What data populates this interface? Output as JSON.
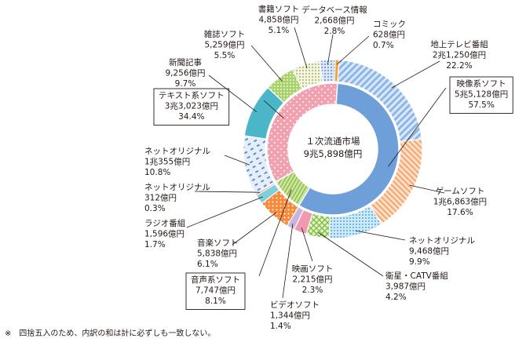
{
  "chart_data": {
    "type": "pie",
    "style": "nested-donut",
    "center": [
      "１次流通市場",
      "9兆5,898億円"
    ],
    "inner": [
      {
        "id": "video",
        "label": [
          "映像系ソフト",
          "5兆5,128億円",
          "57.5%"
        ],
        "value": 57.5,
        "color": "#6f9fd8"
      },
      {
        "id": "audio",
        "label": [
          "音声系ソフト",
          "7,747億円",
          "8.1%"
        ],
        "value": 8.1,
        "color": "#a8cf5a"
      },
      {
        "id": "text",
        "label": [
          "テキスト系ソフト",
          "3兆3,023億円",
          "34.4%"
        ],
        "value": 34.4,
        "color": "#f3a0b0"
      }
    ],
    "outer": [
      {
        "id": "terrestrial",
        "label": [
          "地上テレビ番組",
          "2兆1,250億円",
          "22.2%"
        ],
        "value": 22.2,
        "color": "#9fc3ec",
        "pattern": "hatch-blue"
      },
      {
        "id": "game",
        "label": [
          "ゲームソフト",
          "1兆6,863億円",
          "17.6%"
        ],
        "value": 17.6,
        "color": "#f8b98a",
        "pattern": "hatch-orange"
      },
      {
        "id": "net-video",
        "label": [
          "ネットオリジナル",
          "9,468億円",
          "9.9%"
        ],
        "value": 9.9,
        "color": "#8cc9ee",
        "pattern": "dots-blue"
      },
      {
        "id": "satellite",
        "label": [
          "衛星・CATV番組",
          "3,987億円",
          "4.2%"
        ],
        "value": 4.2,
        "color": "#b8dd8a",
        "pattern": "cross-green"
      },
      {
        "id": "movie",
        "label": [
          "映画ソフト",
          "2,215億円",
          "2.3%"
        ],
        "value": 2.3,
        "color": "#f09ab0",
        "pattern": "solid"
      },
      {
        "id": "videosoft",
        "label": [
          "ビデオソフト",
          "1,344億円",
          "1.4%"
        ],
        "value": 1.4,
        "color": "#c9b3df",
        "pattern": "solid"
      },
      {
        "id": "music",
        "label": [
          "音楽ソフト",
          "5,838億円",
          "6.1%"
        ],
        "value": 6.1,
        "color": "#f58a3c",
        "pattern": "dots-orange"
      },
      {
        "id": "radio",
        "label": [
          "ラジオ番組",
          "1,596億円",
          "1.7%"
        ],
        "value": 1.7,
        "color": "#7ecfd8",
        "pattern": "solid"
      },
      {
        "id": "net-audio",
        "label": [
          "ネットオリジナル",
          "312億円",
          "0.3%"
        ],
        "value": 0.3,
        "color": "#e06f4f",
        "pattern": "solid"
      },
      {
        "id": "net-text",
        "label": [
          "ネットオリジナル",
          "1兆355億円",
          "10.8%"
        ],
        "value": 10.8,
        "color": "#bcd3f0",
        "pattern": "dash-blue"
      },
      {
        "id": "newspaper",
        "label": [
          "新聞記事",
          "9,256億円",
          "9.7%"
        ],
        "value": 9.7,
        "color": "#4bb6c8",
        "pattern": "solid"
      },
      {
        "id": "magazine",
        "label": [
          "雑誌ソフト",
          "5,259億円",
          "5.5%"
        ],
        "value": 5.5,
        "color": "#a7d36a",
        "pattern": "dots-green"
      },
      {
        "id": "books",
        "label": [
          "書籍ソフト",
          "4,858億円",
          "5.1%"
        ],
        "value": 5.1,
        "color": "#eef2c8",
        "pattern": "dots-gray"
      },
      {
        "id": "database",
        "label": [
          "データベース情報",
          "2,668億円",
          "2.8%"
        ],
        "value": 2.8,
        "color": "#a9c4ea",
        "pattern": "dots-blue2"
      },
      {
        "id": "comic",
        "label": [
          "コミック",
          "628億円",
          "0.7%"
        ],
        "value": 0.7,
        "color": "#f4a23d",
        "pattern": "solid"
      }
    ]
  },
  "note": "※　四捨五入のため、内訳の和は計に必ずしも一致しない。"
}
